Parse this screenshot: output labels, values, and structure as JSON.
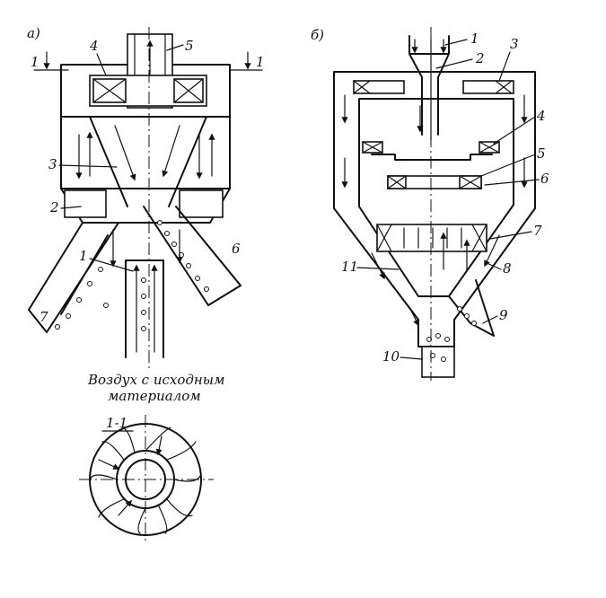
{
  "panel_a": {
    "title": "а)",
    "labels": [
      "1",
      "2",
      "3",
      "4",
      "5",
      "6",
      "7"
    ],
    "section_mark": "1",
    "caption_line1": "Воздух с исходным",
    "caption_line2": "материалом",
    "section_title": "1-1"
  },
  "panel_b": {
    "title": "б)",
    "labels": [
      "1",
      "2",
      "3",
      "4",
      "5",
      "6",
      "7",
      "8",
      "9",
      "10",
      "11"
    ]
  }
}
